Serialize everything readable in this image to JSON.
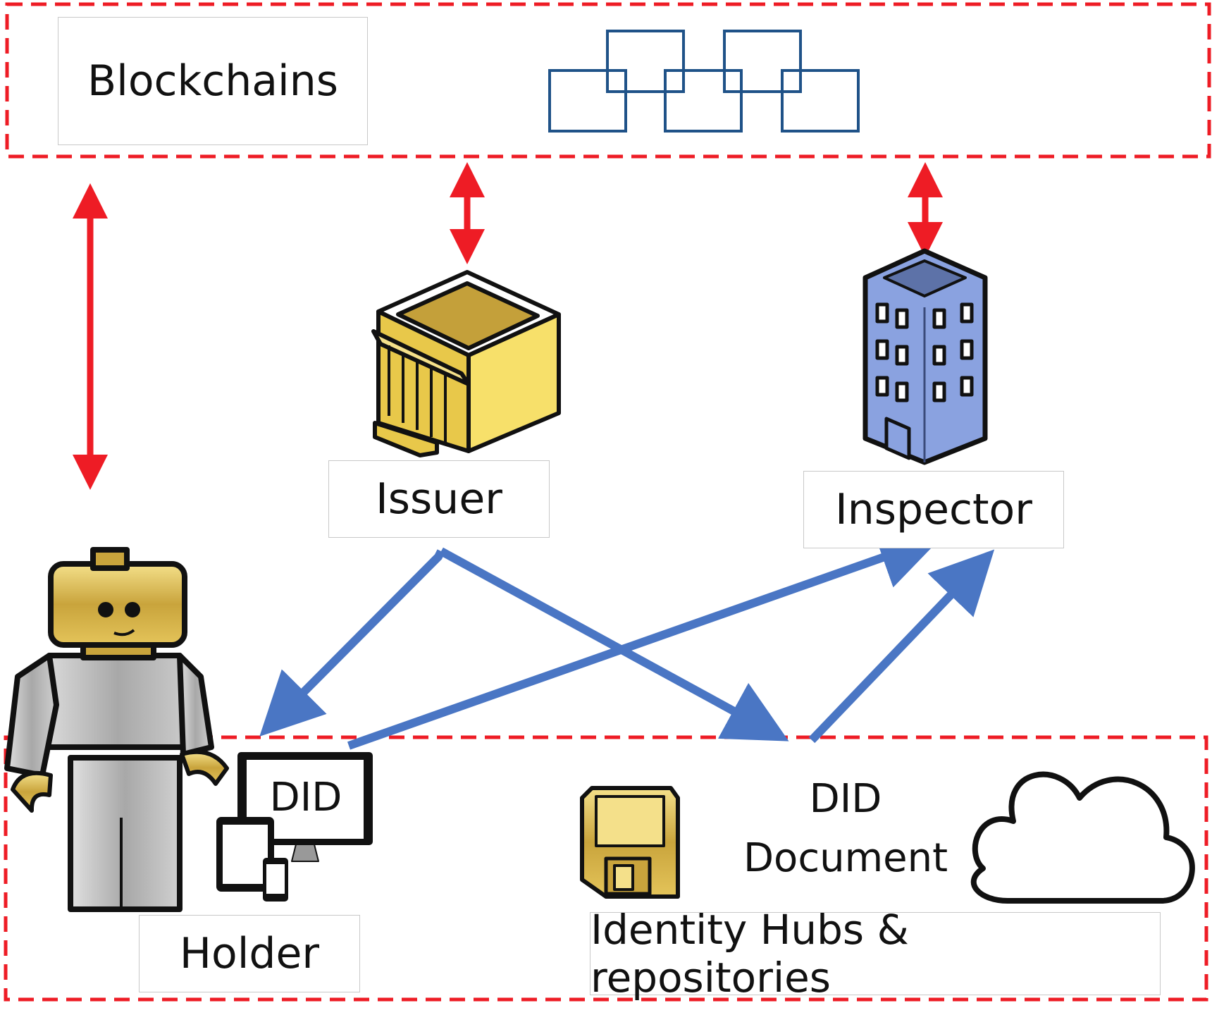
{
  "labels": {
    "blockchains": "Blockchains",
    "issuer": "Issuer",
    "inspector": "Inspector",
    "holder": "Holder",
    "did": "DID",
    "did_document_line1": "DID",
    "did_document_line2": "Document",
    "hubs": "Identity Hubs & repositories"
  },
  "colors": {
    "region_border": "#ee1c25",
    "ledger_arrow": "#ee1c25",
    "flow_arrow": "#4a76c4",
    "chain_block": "#1f5288",
    "building": "#8aa2e0",
    "bank": "#f0d060",
    "figure": "#9a9a9a",
    "figure_head": "#c9a43c"
  },
  "icons": [
    "chain-icon",
    "bank-icon",
    "office-building-icon",
    "person-figure-icon",
    "devices-icon",
    "floppy-disk-icon",
    "cloud-icon"
  ]
}
